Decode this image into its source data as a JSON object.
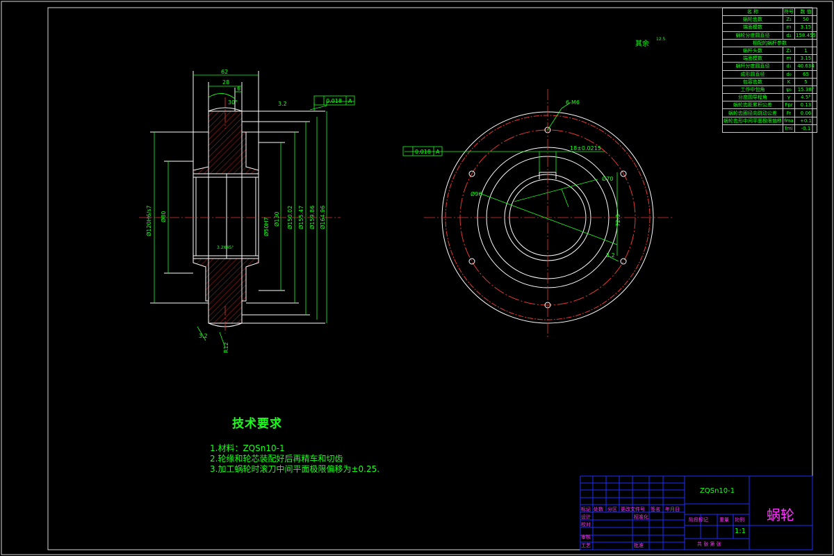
{
  "drawing": {
    "part_name": "蜗轮",
    "material_code": "ZQSn10-1",
    "scale": "1:1",
    "sheets_label": "共 张 第 张",
    "surface_note": "其余"
  },
  "technical_requirements": {
    "title": "技术要求",
    "items": [
      "1.材料：ZQSn10-1",
      "2.轮缘和轮芯装配好后再精车和切齿",
      "3.加工蜗轮时滚刀中间平面极限偏移为±0.25."
    ]
  },
  "param_table": {
    "headers": [
      "名 称",
      "符号",
      "数 值"
    ],
    "rows1": [
      [
        "蜗轮齿数",
        "Z₂",
        "50"
      ],
      [
        "端面模数",
        "m",
        "3.15"
      ],
      [
        "蜗轮分度圆直径",
        "d₂",
        "158.455"
      ]
    ],
    "section": "相配的蜗杆参数",
    "rows2": [
      [
        "蜗杆头数",
        "Z₁",
        "1"
      ],
      [
        "端面模数",
        "m",
        "3.15"
      ],
      [
        "蜗杆分度圆直径",
        "d₁",
        "40.634"
      ],
      [
        "成形圆直径",
        "d₀",
        "65"
      ],
      [
        "包容齿数",
        "K",
        "5"
      ],
      [
        "工作中包角",
        "ψ₀",
        "15.38°"
      ],
      [
        "分度圆导程角",
        "γ",
        "4.5°"
      ],
      [
        "蜗轮齿距累积公差",
        "Fpr",
        "0.13"
      ],
      [
        "蜗轮齿圈径向跳动公差",
        "Fr",
        "0.06"
      ],
      [
        "蜗轮齿形中间平面极限偏移",
        "fma",
        "+0.1"
      ],
      [
        "",
        "fmi",
        "-0.1"
      ]
    ]
  },
  "dimensions": {
    "overall_width": "62",
    "hub_width": "28",
    "small_width": "6",
    "angle": "30°",
    "chamfer": "3.2X45°",
    "d_outer_left": "Ø120H6/s7",
    "d_bore": "Ø80",
    "d_fit": "Ø50H7",
    "d_130": "Ø130",
    "d_150": "Ø150.02",
    "d_155": "Ø155.47",
    "d_159": "Ø159.86",
    "d_164": "Ø164.96",
    "radius": "R12",
    "rough_small": "3.2",
    "runout_tol": "0.018",
    "datum": "A",
    "parallel_tol": "0.018",
    "holes": "6-M6",
    "keyway": "18±0.0215",
    "d_hole_circle": "Ø96",
    "key_depth": "72.3",
    "key_label": "Ø70",
    "rough_right": "3.2",
    "rough_left": "3.2",
    "rough_main": "12.5"
  },
  "title_block": {
    "material": "ZQSn10-1",
    "labels": {
      "mark": "标记",
      "count": "处数",
      "zone": "分区",
      "doc": "更改文件号",
      "sign": "签名",
      "date": "年月日",
      "design": "设计",
      "std": "标准化",
      "check": "校对",
      "review": "审核",
      "process": "工艺",
      "approve": "批准",
      "stage": "阶段标记",
      "weight": "重量",
      "ratio": "比例"
    }
  }
}
